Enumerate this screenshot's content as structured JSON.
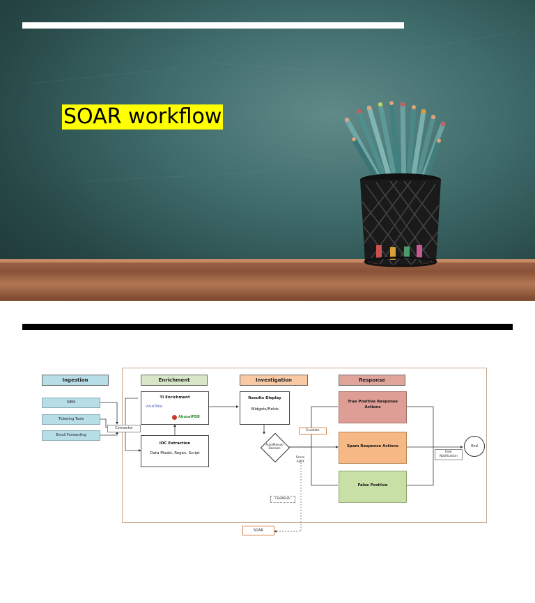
{
  "slide": {
    "title": "SOAR workflow"
  },
  "colors": {
    "title_highlight": "#ffff00",
    "ingestion": "#b7dde6",
    "enrichment": "#d8e7c7",
    "investigation": "#f8c9a3",
    "response": "#e0a49b",
    "true_positive": "#df9e95",
    "spam": "#f6b985",
    "false_positive": "#c8dfa6"
  },
  "diagram": {
    "lanes": {
      "ingestion": "Ingestion",
      "enrichment": "Enrichment",
      "investigation": "Investigation",
      "response": "Response"
    },
    "sources": [
      "SIEM",
      "Ticketing Tools",
      "Email Forwarding"
    ],
    "connector": "Connector",
    "ti_enrichment": {
      "title": "TI Enrichment",
      "virustotal": "VirusTotal",
      "abuseipdb": "AbuseIPDB"
    },
    "ioc_extraction": {
      "title": "IOC Extraction",
      "subtitle": "Data Model, Regex, Script"
    },
    "results_display": {
      "title": "Results Display",
      "subtitle": "Widgets/Fields"
    },
    "decision": "Auto/Manual Decision",
    "escalate": "Escalate",
    "score_alert": "Score Alert",
    "feedback": "Feedback",
    "soar": "SOAR",
    "true_positive": "True Positive Response Actions",
    "spam": "Spam Response Actions",
    "false_positive": "False Positive",
    "user_notification": "User Notification",
    "end": "End"
  }
}
